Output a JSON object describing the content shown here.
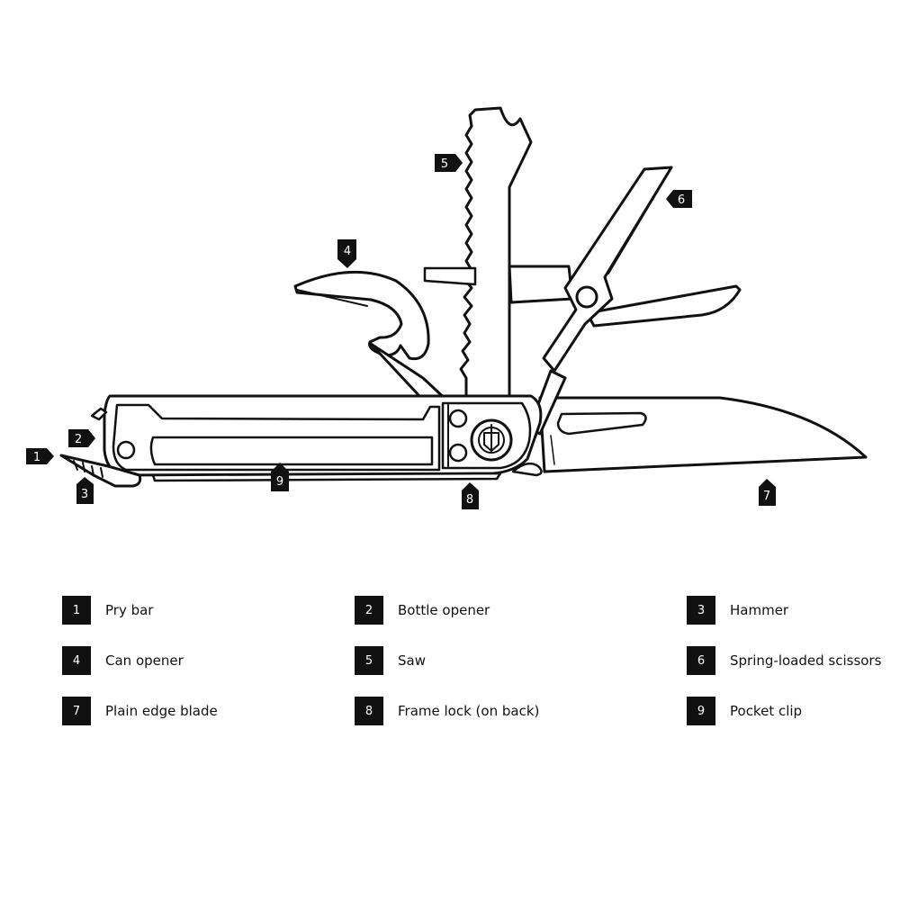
{
  "callouts": [
    "1",
    "2",
    "3",
    "4",
    "5",
    "6",
    "7",
    "8",
    "9"
  ],
  "legend": [
    {
      "num": "1",
      "label": "Pry bar"
    },
    {
      "num": "2",
      "label": "Bottle opener"
    },
    {
      "num": "3",
      "label": "Hammer"
    },
    {
      "num": "4",
      "label": "Can opener"
    },
    {
      "num": "5",
      "label": "Saw"
    },
    {
      "num": "6",
      "label": "Spring-loaded scissors"
    },
    {
      "num": "7",
      "label": "Plain edge blade"
    },
    {
      "num": "8",
      "label": "Frame lock (on back)"
    },
    {
      "num": "9",
      "label": "Pocket clip"
    }
  ],
  "colors": {
    "ink": "#111111",
    "paper": "#ffffff"
  }
}
